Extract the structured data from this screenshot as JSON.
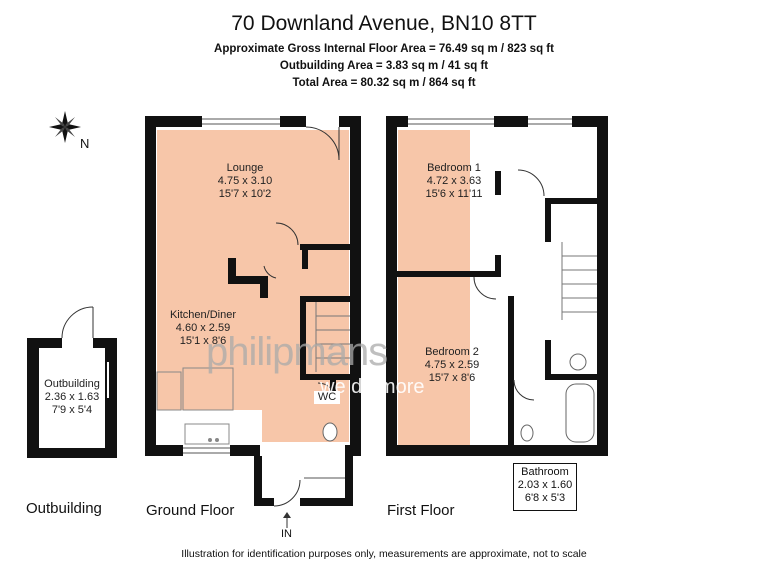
{
  "header": {
    "title": "70 Downland Avenue, BN10 8TT",
    "gross_area": "Approximate Gross Internal Floor Area = 76.49 sq m / 823 sq ft",
    "outbuilding_area": "Outbuilding Area = 3.83 sq m / 41 sq ft",
    "total_area": "Total Area = 80.32 sq m / 864 sq ft"
  },
  "compass": {
    "label": "N"
  },
  "rooms": {
    "lounge": {
      "name": "Lounge",
      "metric": "4.75 x 3.10",
      "imperial": "15'7 x 10'2"
    },
    "kitchen": {
      "name": "Kitchen/Diner",
      "metric": "4.60 x 2.59",
      "imperial": "15'1 x 8'6"
    },
    "wc": {
      "name": "WC"
    },
    "bedroom1": {
      "name": "Bedroom 1",
      "metric": "4.72 x 3.63",
      "imperial": "15'6 x 11'11"
    },
    "bedroom2": {
      "name": "Bedroom 2",
      "metric": "4.75 x 2.59",
      "imperial": "15'7 x 8'6"
    },
    "bathroom": {
      "name": "Bathroom",
      "metric": "2.03 x 1.60",
      "imperial": "6'8 x 5'3"
    },
    "outbuilding": {
      "name": "Outbuilding",
      "metric": "2.36 x 1.63",
      "imperial": "7'9 x 5'4"
    }
  },
  "floors": {
    "outbuilding": "Outbuilding",
    "ground": "Ground Floor",
    "first": "First Floor"
  },
  "entrance": {
    "label": "IN"
  },
  "watermark": {
    "brand": "philipmans",
    "tagline": "we do more"
  },
  "colors": {
    "room_fill": "#f7c6a9",
    "wall": "#111111"
  },
  "footer": {
    "disclaimer": "Illustration for identification purposes only, measurements are approximate, not to scale"
  }
}
